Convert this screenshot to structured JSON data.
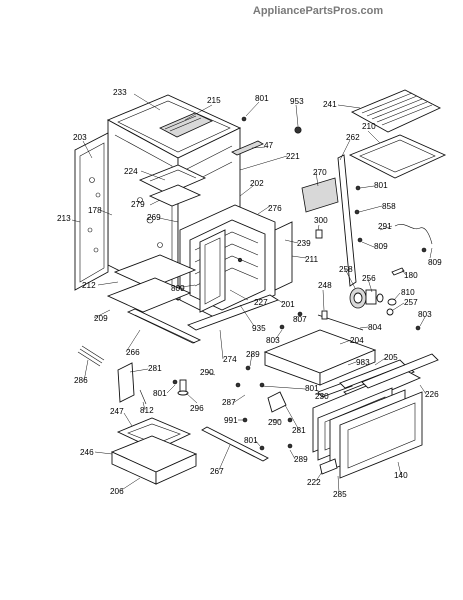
{
  "watermark": "AppliancePartsPros.com",
  "callouts": [
    "233",
    "215",
    "801",
    "953",
    "241",
    "203",
    "47",
    "221",
    "262",
    "210",
    "224",
    "279",
    "202",
    "270",
    "801",
    "178",
    "213",
    "269",
    "276",
    "858",
    "300",
    "291",
    "239",
    "809",
    "211",
    "809",
    "258",
    "180",
    "256",
    "248",
    "810",
    "212",
    "809",
    "227",
    "257",
    "201",
    "804",
    "209",
    "935",
    "807",
    "803",
    "803",
    "204",
    "289",
    "266",
    "274",
    "983",
    "205",
    "281",
    "286",
    "801",
    "290",
    "801",
    "230",
    "226",
    "812",
    "296",
    "287",
    "991",
    "290",
    "281",
    "247",
    "801",
    "246",
    "289",
    "267",
    "222",
    "140",
    "285",
    "206"
  ]
}
